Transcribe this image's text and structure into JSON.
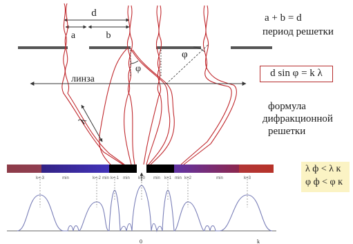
{
  "labels": {
    "d": "d",
    "a": "a",
    "b": "b",
    "phi": "φ",
    "phi_small": "φ",
    "lens": "линза",
    "lambda": "λ",
    "zero": "0",
    "kmark": "k"
  },
  "right_text": {
    "relation": "a + b = d",
    "period": "период решетки",
    "formula": "d sin φ = k λ",
    "caption_1": "формула",
    "caption_2": "дифракционной",
    "caption_3": "решетки"
  },
  "note": {
    "line1": "λ ф < λ к",
    "line2": "φ ф < φ к"
  },
  "orders": [
    "k=-3",
    "min",
    "k=-2",
    "min",
    "k=-1",
    "min",
    "k=0",
    "min",
    "k=1",
    "min",
    "k=2",
    "min",
    "k=3"
  ],
  "colors": {
    "ray": "#c0282d",
    "grating": "#555555",
    "intensity": "#7a7fb8",
    "formula_border": "#b52a2a",
    "note_bg": "#fbf3c4"
  }
}
